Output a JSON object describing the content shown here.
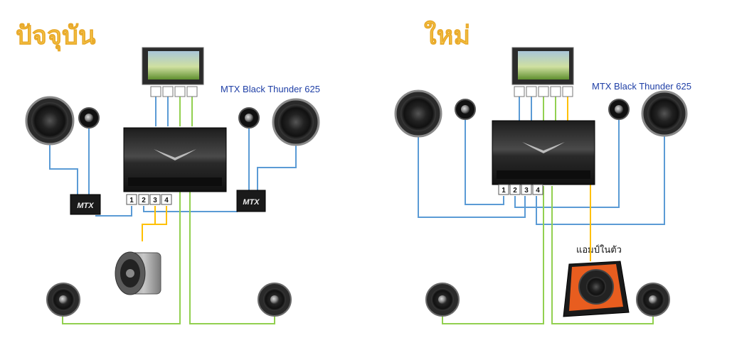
{
  "left": {
    "title": "ปัจจุบัน",
    "brand_label": "MTX Black Thunder 625",
    "amp_ports": [
      "1",
      "2",
      "3",
      "4"
    ],
    "crossover_logo": "MTX"
  },
  "right": {
    "title": "ใหม่",
    "brand_label": "MTX Black Thunder 625",
    "amp_ports": [
      "1",
      "2",
      "3",
      "4"
    ],
    "sub_note": "แอมป์ในตัว"
  },
  "colors": {
    "title": "#f7c84a",
    "wire_blue": "#5b9bd5",
    "wire_green": "#92d050",
    "wire_orange": "#ffc000",
    "brand_text": "#1f3fa6"
  }
}
